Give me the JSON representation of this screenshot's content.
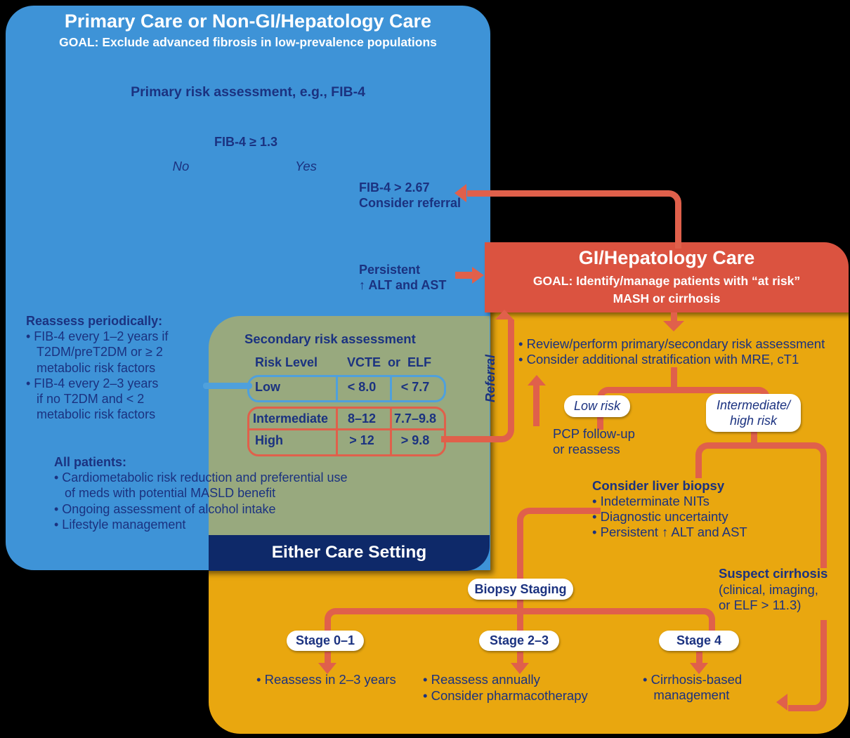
{
  "colors": {
    "background": "#000000",
    "primary_blue": "#3E93D7",
    "gi_red_box": "#DB5340",
    "arrow_red": "#E0604B",
    "yellow": "#E9A70F",
    "olive_green": "#98A97E",
    "navy_banner": "#0E2969",
    "text_navy": "#1B3280",
    "white": "#FFFFFF",
    "low_row_blue": "#4FA0DC"
  },
  "primary_care": {
    "title": "Primary Care or Non-GI/Hepatology Care",
    "goal": "GOAL: Exclude advanced fibrosis in low-prevalence populations",
    "risk_heading": "Primary risk assessment, e.g., FIB-4",
    "fib4_threshold": "FIB-4 ≥ 1.3",
    "no_label": "No",
    "yes_label": "Yes",
    "fib4_high": "FIB-4 > 2.67\nConsider referral",
    "persistent_alt": "Persistent\n↑ ALT and AST",
    "reassess_heading": "Reassess periodically:",
    "reassess_bullets": "• FIB-4 every 1–2 years if\n   T2DM/preT2DM or ≥ 2\n   metabolic risk factors\n• FIB-4 every 2–3 years\n   if no T2DM and < 2\n   metabolic risk factors",
    "all_patients_heading": "All patients:",
    "all_patients_bullets": "• Cardiometabolic risk reduction and preferential use\n   of meds with potential MASLD benefit\n• Ongoing assessment of alcohol intake\n• Lifestyle management"
  },
  "secondary_table": {
    "heading": "Secondary risk assessment",
    "col_risk_level": "Risk Level",
    "col_tests": "VCTE  or  ELF",
    "rows": [
      {
        "level": "Low",
        "vcte": "< 8.0",
        "elf": "< 7.7"
      },
      {
        "level": "Intermediate",
        "vcte": "8–12",
        "elf": "7.7–9.8"
      },
      {
        "level": "High",
        "vcte": "> 12",
        "elf": "> 9.8"
      }
    ]
  },
  "either_care_banner": "Either Care Setting",
  "gi_care": {
    "title": "GI/Hepatology Care",
    "goal": "GOAL: Identify/manage patients with “at risk”\nMASH or cirrhosis",
    "assessment_bullets": "• Review/perform primary/secondary risk assessment\n• Consider additional stratification with MRE, cT1",
    "referral_label": "Referral",
    "low_risk_badge": "Low risk",
    "int_high_badge": "Intermediate/\nhigh risk",
    "pcp_follow_up": "PCP follow-up\nor reassess",
    "biopsy_heading": "Consider liver biopsy",
    "biopsy_bullets": "• Indeterminate NITs\n• Diagnostic uncertainty\n• Persistent ↑ ALT and AST",
    "suspect_heading": "Suspect cirrhosis",
    "suspect_detail": "(clinical, imaging,\nor ELF > 11.3)",
    "biopsy_staging_badge": "Biopsy Staging",
    "stages": [
      {
        "badge": "Stage 0–1",
        "outcome": "• Reassess in 2–3 years"
      },
      {
        "badge": "Stage 2–3",
        "outcome": "• Reassess annually\n• Consider pharmacotherapy"
      },
      {
        "badge": "Stage 4",
        "outcome": "• Cirrhosis-based\n   management"
      }
    ]
  }
}
